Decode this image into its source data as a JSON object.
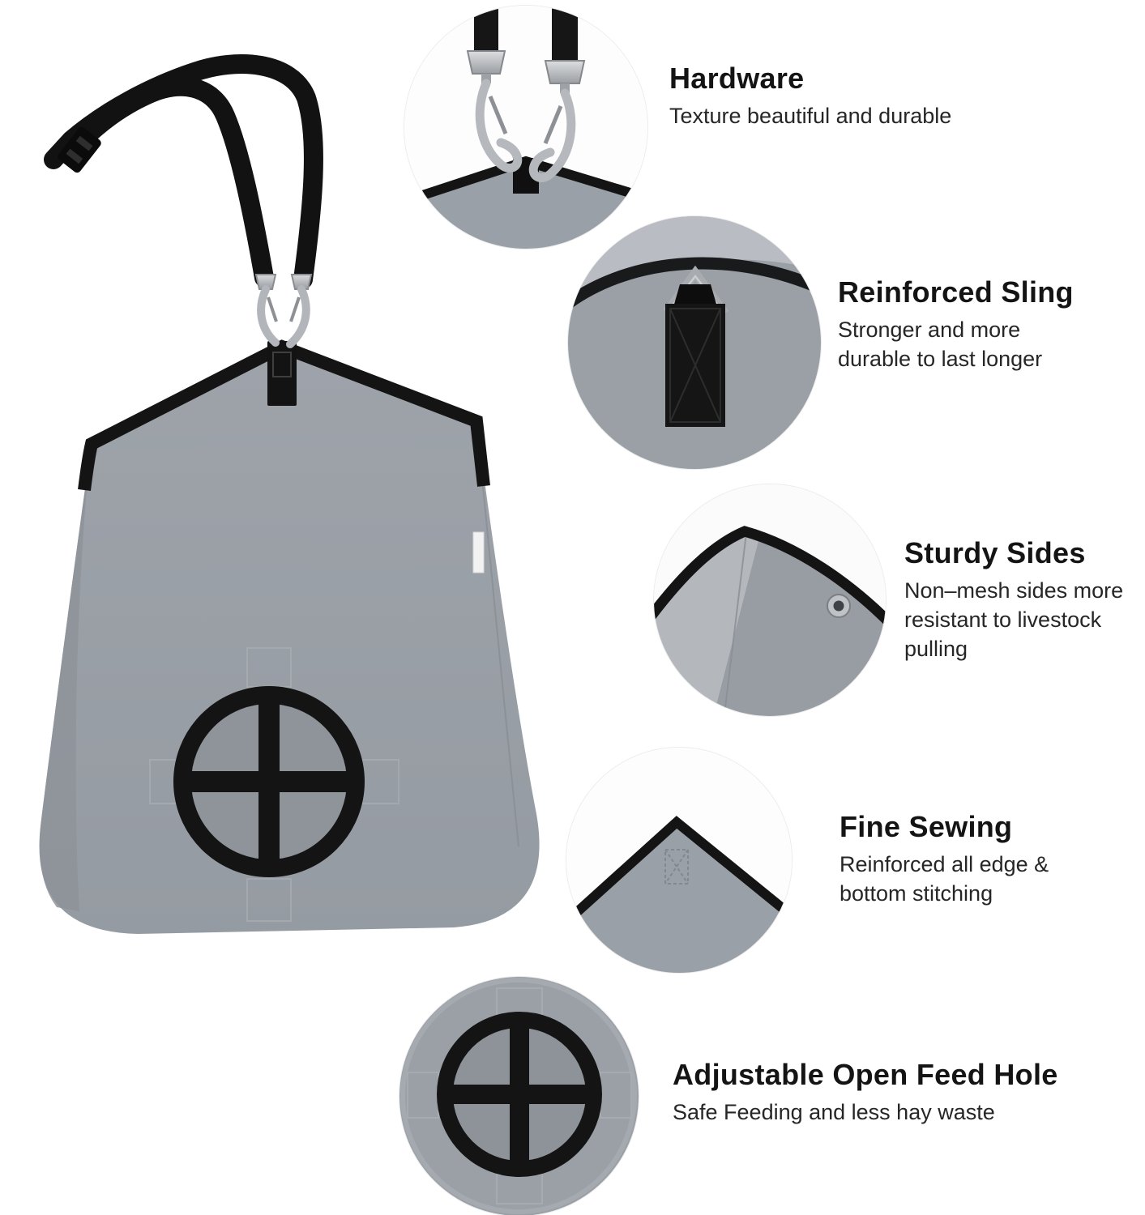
{
  "callouts": [
    {
      "id": "hardware",
      "title": "Hardware",
      "description": "Texture beautiful and durable"
    },
    {
      "id": "reinforced-sling",
      "title": "Reinforced Sling",
      "description": "Stronger and more durable to last longer"
    },
    {
      "id": "sturdy-sides",
      "title": "Sturdy Sides",
      "description": "Non–mesh sides more resistant to livestock pulling"
    },
    {
      "id": "fine-sewing",
      "title": "Fine Sewing",
      "description": "Reinforced all edge & bottom stitching"
    },
    {
      "id": "feed-hole",
      "title": "Adjustable Open Feed Hole",
      "description": "Safe Feeding and less hay waste"
    }
  ],
  "colors": {
    "background": "#ffffff",
    "bag_gray": "#9aa0a7",
    "bag_gray_dark": "#8e939a",
    "bag_gray_light": "#b4b8bd",
    "trim_black": "#141414",
    "strap_black": "#151515",
    "metal_silver": "#b5b8bc",
    "title_text": "#141414",
    "body_text": "#262626"
  }
}
